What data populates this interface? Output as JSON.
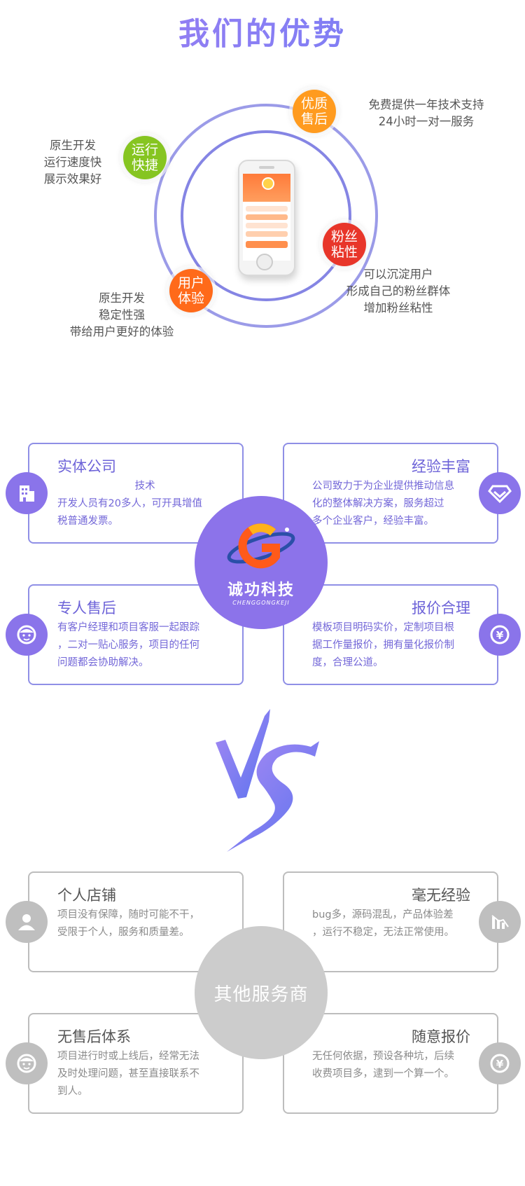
{
  "title": "我们的优势",
  "badges": [
    {
      "label": "优质\n售后",
      "color": "#ff9b1f"
    },
    {
      "label": "运行\n快捷",
      "color": "#86c521"
    },
    {
      "label": "粉丝\n粘性",
      "color": "#e8362a"
    },
    {
      "label": "用户\n体验",
      "color": "#ff6a1a"
    }
  ],
  "notes": {
    "aftersales": [
      "免费提供一年技术支持",
      "24小时一对一服务"
    ],
    "speed": [
      "原生开发",
      "运行速度快",
      "展示效果好"
    ],
    "fans": [
      "可以沉淀用户",
      "形成自己的粉丝群体",
      "增加粉丝粘性"
    ],
    "experience": [
      "原生开发",
      "稳定性强",
      "带给用户更好的体验"
    ]
  },
  "brand": {
    "name": "诚功科技",
    "sub": "CHENGGONGKEJI"
  },
  "our_cards": [
    {
      "title": "实体公司",
      "body": "                        技术\n开发人员有20多人，可开具增值\n税普通发票。",
      "icon": "building-icon"
    },
    {
      "title": "经验丰富",
      "body": "公司致力于为企业提供推动信息\n化的整体解决方案，服务超过\n多个企业客户，经验丰富。",
      "icon": "diamond-icon"
    },
    {
      "title": "专人售后",
      "body": "有客户经理和项目客服一起跟踪\n，二对一贴心服务，项目的任何\n问题都会协助解决。",
      "icon": "person-face-icon"
    },
    {
      "title": "报价合理",
      "body": "模板项目明码实价，定制项目根\n据工作量报价，拥有量化报价制\n度，合理公道。",
      "icon": "yuan-icon"
    }
  ],
  "other_label": "其他服务商",
  "other_cards": [
    {
      "title": "个人店铺",
      "body": "项目没有保障，随时可能不干，\n受限于个人，服务和质量差。",
      "icon": "person-icon"
    },
    {
      "title": "毫无经验",
      "body": "bug多，源码混乱，产品体验差\n，运行不稳定，无法正常使用。",
      "icon": "chart-down-icon"
    },
    {
      "title": "无售后体系",
      "body": "项目进行时或上线后，经常无法\n及时处理问题，甚至直接联系不\n到人。",
      "icon": "person-face-icon"
    },
    {
      "title": "随意报价",
      "body": "无任何依据，预设各种坑，后续\n收费项目多，逮到一个算一个。",
      "icon": "yuan-icon"
    }
  ]
}
